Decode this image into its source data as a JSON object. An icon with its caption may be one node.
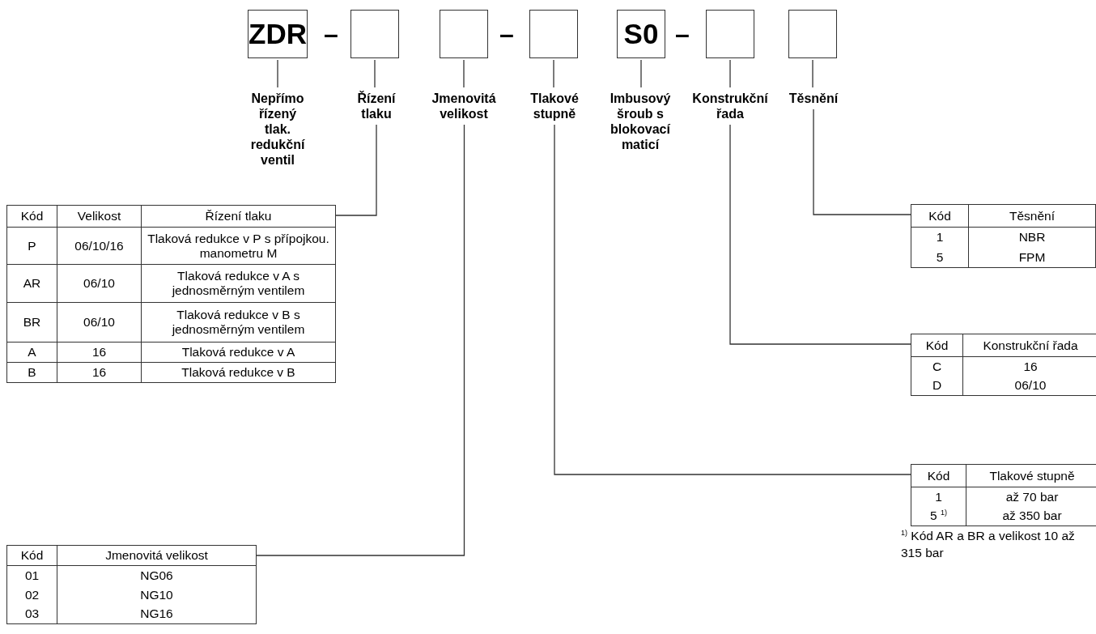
{
  "diagram": {
    "nodes": [
      {
        "text": [
          "ZDR"
        ]
      },
      {
        "text": [],
        "shape": "box"
      },
      {
        "text": [],
        "shape": "box"
      },
      {
        "text": [],
        "shape": "box"
      },
      {
        "text": [
          "S0"
        ]
      },
      {
        "text": [],
        "shape": "box"
      },
      {
        "text": [],
        "shape": "box"
      },
      {
        "text": [
          "Nepřímo řízený tlak. redukční ventil"
        ]
      },
      {
        "text": [
          "Řízení tlaku"
        ]
      },
      {
        "text": [
          "Jmenovitá velikost"
        ]
      },
      {
        "text": [
          "Tlakové stupně"
        ]
      },
      {
        "text": [
          "Imbusový šroub s blokovací maticí"
        ]
      },
      {
        "text": [
          "Konstrukční řada"
        ]
      },
      {
        "text": [
          "Těsnění"
        ]
      },
      {
        "text": [
          "Kód",
          "Velikost",
          "Řízení tlaku",
          "P",
          "06/10/16",
          "Tlaková redukce v P s přípojkou. manometru M",
          "AR",
          "06/10",
          "Tlaková redukce v A s jednosměrným ventilem",
          "BR",
          "06/10",
          "Tlaková redukce v B s jednosměrným ventilem",
          "A",
          "16",
          "Tlaková redukce v A",
          "B",
          "16",
          "Tlaková redukce v B"
        ]
      },
      {
        "text": [
          "Kód",
          "Jmenovitá velikost",
          "01",
          "NG06",
          "02",
          "NG10",
          "03",
          "NG16"
        ]
      },
      {
        "text": [
          "Kód",
          "Tlakové stupně",
          "1",
          "až 70 bar",
          "5 $^{1)}$",
          "až 350 bar"
        ],
        "beside": [
          "$^{1)}$ Kód AR a BR a velikost 10 až 315 bar"
        ]
      },
      {
        "text": [
          "Kód",
          "Konstrukční řada",
          "C",
          "16",
          "D",
          "06/10"
        ]
      },
      {
        "text": [
          "Kód",
          "Těsnění",
          "1",
          "NBR",
          "5",
          "FPM"
        ]
      }
    ],
    "edges": [
      {
        "from": 0,
        "to": 7,
        "arrow": "none"
      },
      {
        "from": 1,
        "to": 8,
        "arrow": "none"
      },
      {
        "from": 2,
        "to": 9,
        "arrow": "none"
      },
      {
        "from": 3,
        "to": 10,
        "arrow": "none"
      },
      {
        "from": 4,
        "to": 11,
        "arrow": "none"
      },
      {
        "from": 5,
        "to": 12,
        "arrow": "none"
      },
      {
        "from": 6,
        "to": 13,
        "arrow": "none"
      },
      {
        "from": 8,
        "to": 14,
        "arrow": "none"
      },
      {
        "from": 9,
        "to": 15,
        "arrow": "none"
      },
      {
        "from": 10,
        "to": 16,
        "arrow": "none"
      },
      {
        "from": 12,
        "to": 17,
        "arrow": "none"
      },
      {
        "from": 13,
        "to": 18,
        "arrow": "none"
      }
    ],
    "labels": [
      "–",
      "–",
      "–"
    ]
  }
}
